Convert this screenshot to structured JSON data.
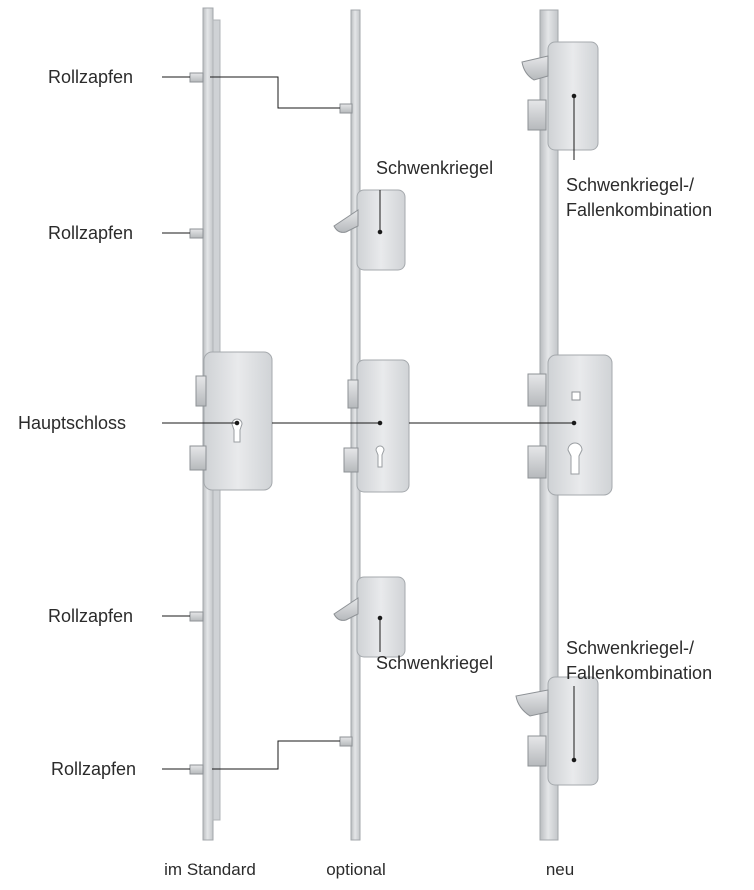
{
  "labels": {
    "rollzapfen_1": "Rollzapfen",
    "rollzapfen_2": "Rollzapfen",
    "rollzapfen_3": "Rollzapfen",
    "rollzapfen_4": "Rollzapfen",
    "hauptschloss": "Hauptschloss",
    "schwenkriegel_top": "Schwenkriegel",
    "schwenkriegel_bottom": "Schwenkriegel",
    "kombi_top_line1": "Schwenkriegel-/",
    "kombi_top_line2": "Fallenkombination",
    "kombi_bottom_line1": "Schwenkriegel-/",
    "kombi_bottom_line2": "Fallenkombination"
  },
  "captions": {
    "standard": "im Standard",
    "optional": "optional",
    "neu": "neu"
  },
  "colors": {
    "metal": "#d6d8da",
    "metal_dark": "#a9adb1",
    "line": "#1a1a1a",
    "text": "#2b2b2b"
  }
}
